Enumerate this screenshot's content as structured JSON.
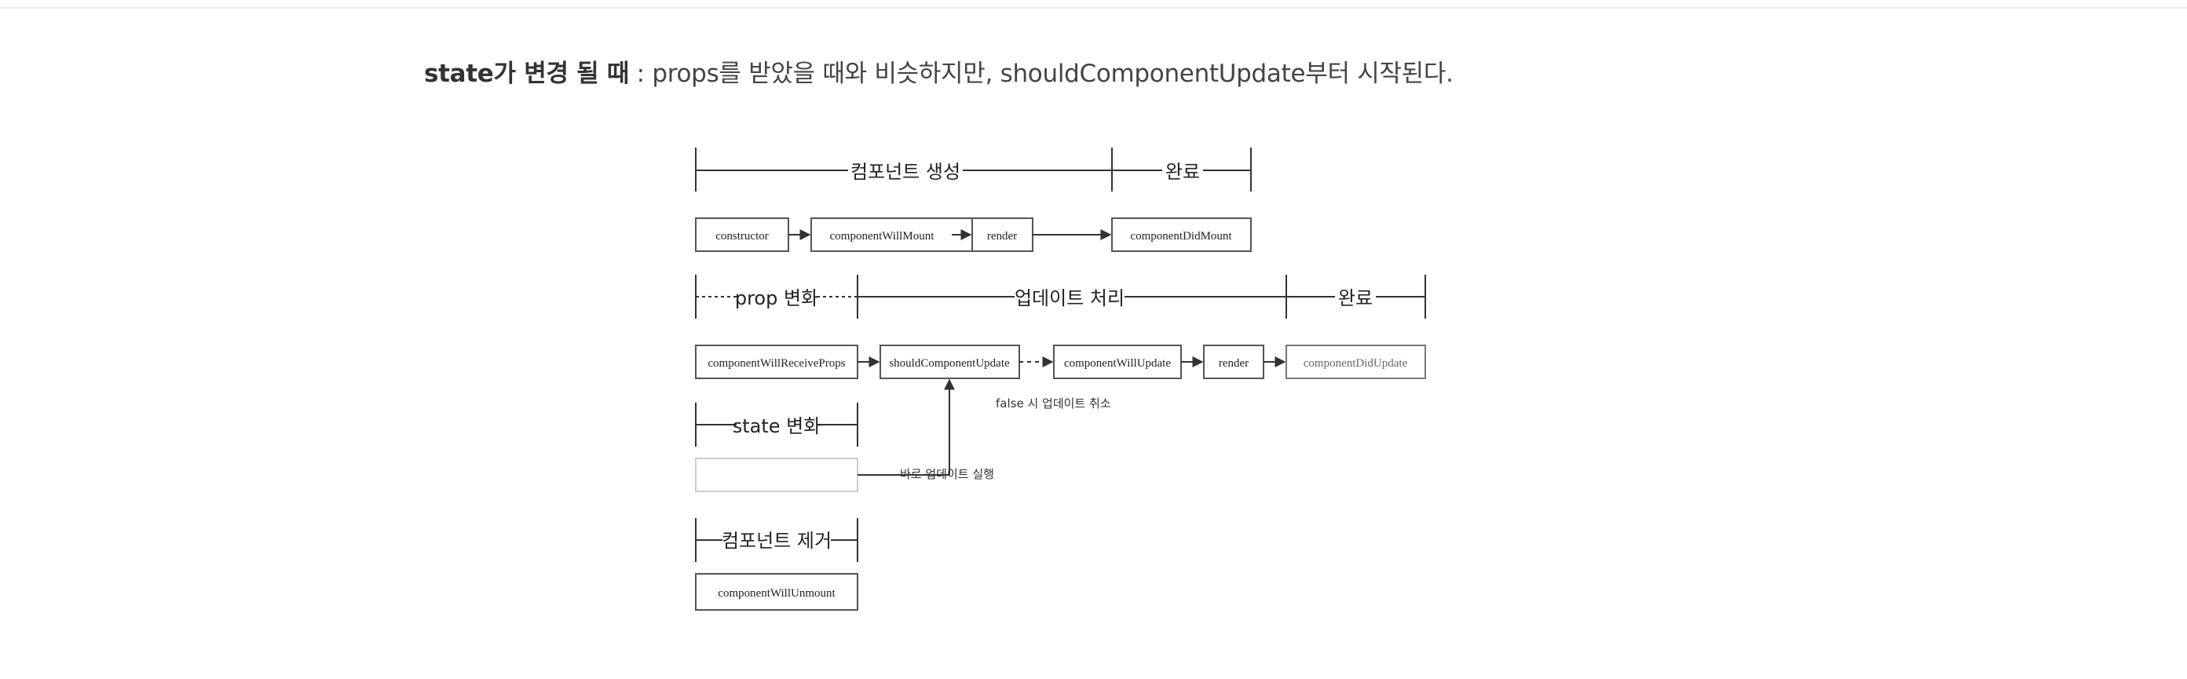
{
  "paragraph": {
    "bold": "state가 변경 될 때",
    "rest": " : props를 받았을 때와 비슷하지만, shouldComponentUpdate부터 시작된다."
  },
  "diagram": {
    "phases": {
      "create": "컴포넌트 생성",
      "create_done": "완료",
      "prop_change": "prop 변화",
      "update_process": "업데이트 처리",
      "update_done": "완료",
      "state_change": "state 변화",
      "unmount": "컴포넌트 제거"
    },
    "boxes": {
      "constructor": "constructor",
      "will_mount": "componentWillMount",
      "render_mount": "render",
      "did_mount": "componentDidMount",
      "will_receive_props": "componentWillReceiveProps",
      "should_update": "shouldComponentUpdate",
      "will_update": "componentWillUpdate",
      "render_update": "render",
      "did_update": "componentDidUpdate",
      "will_unmount": "componentWillUnmount"
    },
    "notes": {
      "false_cancel": "false 시 업데이트 취소",
      "immediate_update": "바로 업데이트 실행"
    },
    "colors": {
      "line": "#333333",
      "box_border": "#555555",
      "faded": "#cccccc"
    }
  }
}
